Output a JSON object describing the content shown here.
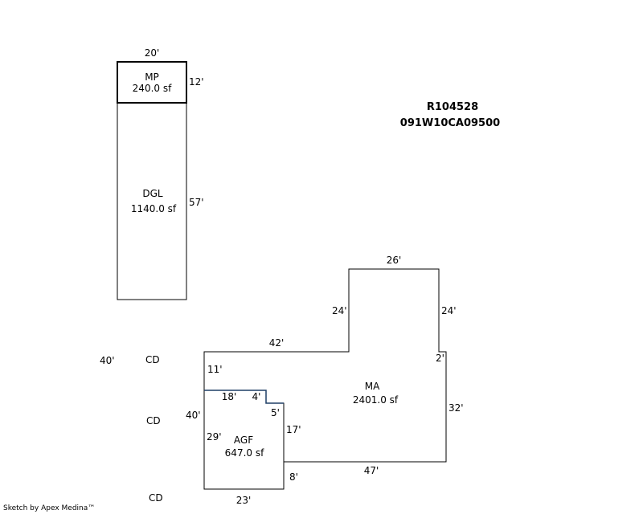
{
  "parcel": {
    "id": "R104528",
    "map_number": "091W10CA09500"
  },
  "areas": {
    "mp": {
      "code": "MP",
      "area": "240.0 sf"
    },
    "dgl": {
      "code": "DGL",
      "area": "1140.0 sf"
    },
    "ma": {
      "code": "MA",
      "area": "2401.0 sf"
    },
    "agf": {
      "code": "AGF",
      "area": "647.0 sf"
    }
  },
  "dimensions": {
    "mp_top": "20'",
    "mp_right": "12'",
    "dgl_right": "57'",
    "ma_top": "26'",
    "ma_left_upper": "24'",
    "ma_right_upper": "24'",
    "ma_mid_top": "42'",
    "ma_step": "2'",
    "ma_left": "11'",
    "ma_right": "32'",
    "ma_bottom": "47'",
    "agf_top": "18'",
    "agf_step_top": "4'",
    "agf_step_side": "5'",
    "agf_right": "17'",
    "agf_left": "29'",
    "agf_left_total": "40'",
    "agf_right_lower": "8'",
    "agf_bottom": "23'",
    "cd_width": "40'"
  },
  "cd_labels": [
    "CD",
    "CD",
    "CD"
  ],
  "credit": "Sketch by Apex Medina™",
  "colors": {
    "line": "#000000",
    "agf_top_line": "#1f3f66"
  }
}
